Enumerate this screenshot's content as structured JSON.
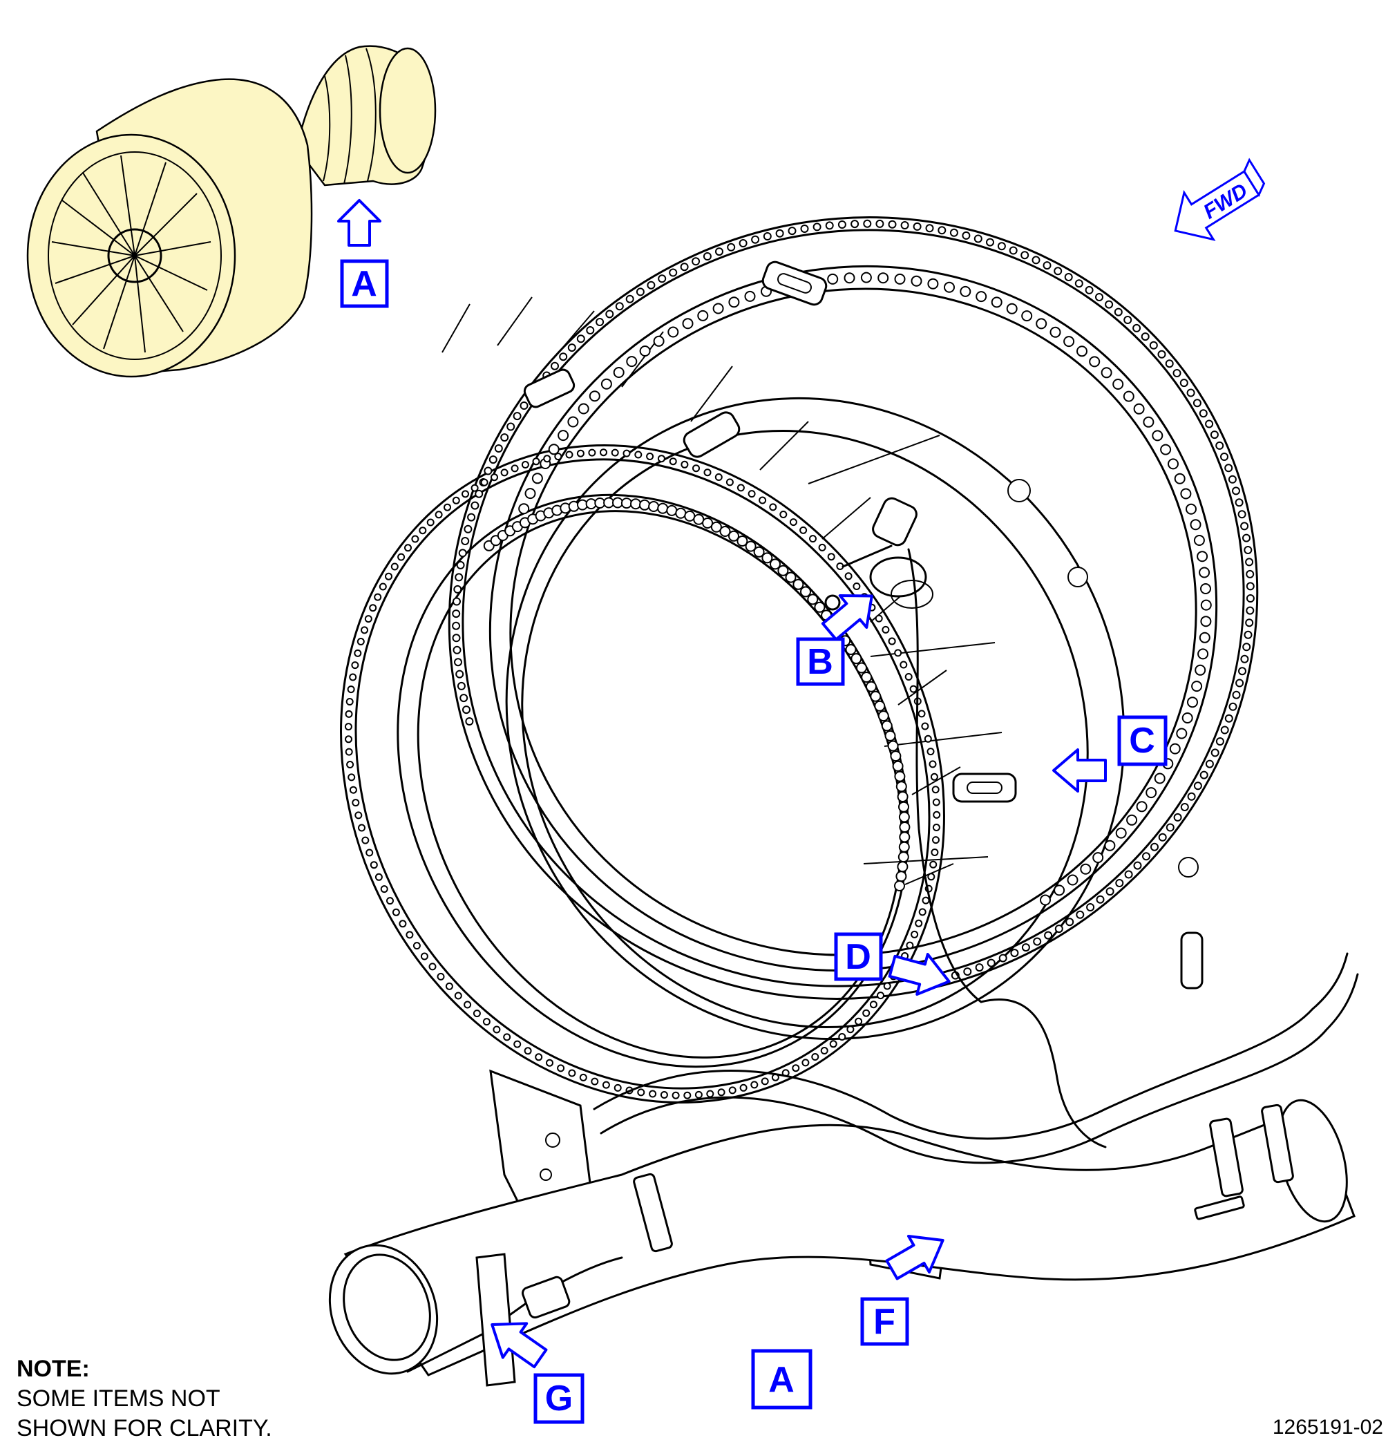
{
  "callouts": {
    "a_top": "A",
    "a_bottom": "A",
    "b": "B",
    "c": "C",
    "d": "D",
    "f": "F",
    "g": "G"
  },
  "direction_indicator": {
    "label": "FWD"
  },
  "note": {
    "title": "NOTE:",
    "line1": "SOME ITEMS NOT",
    "line2": "SHOWN FOR CLARITY."
  },
  "figure_number": "1265191-02",
  "colors": {
    "callout": "#0000ff",
    "engine_highlight": "#fcf6c4",
    "linework": "#000000"
  }
}
